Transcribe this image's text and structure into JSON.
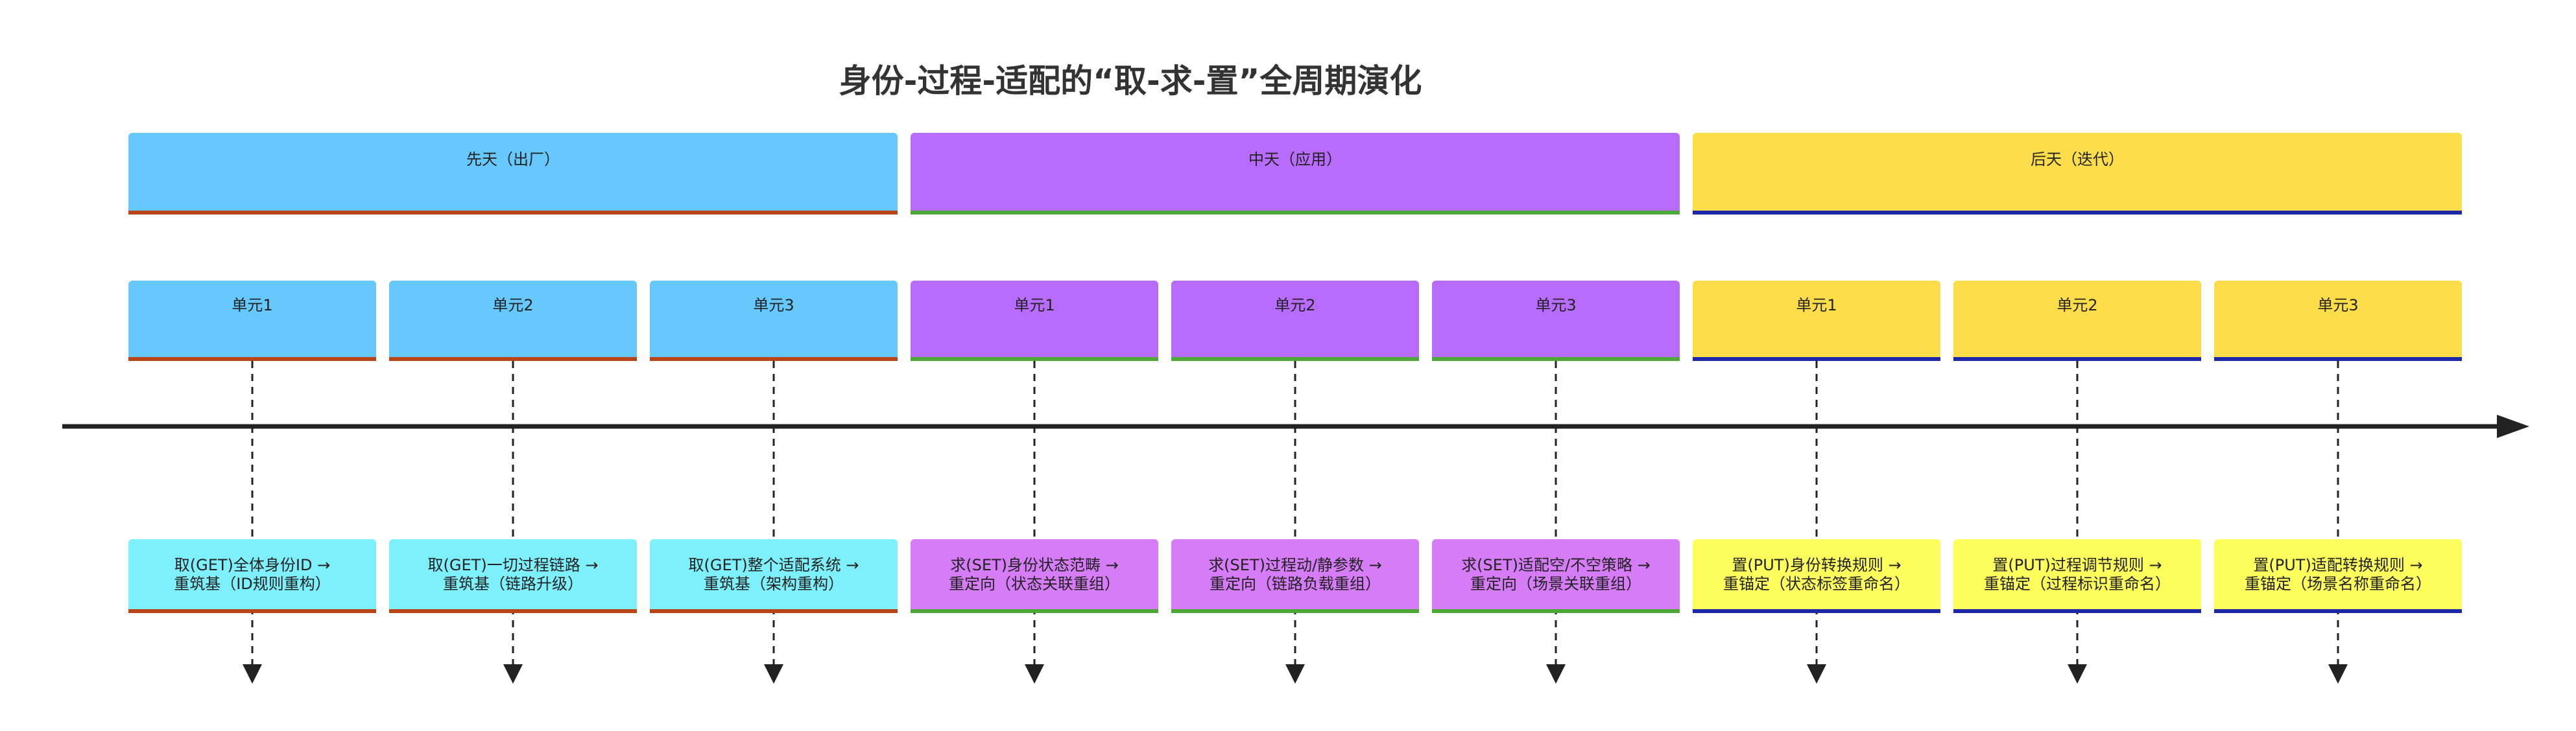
{
  "title": "身份-过程-适配的“取-求-置”全周期演化",
  "colors": {
    "phase": [
      "#66c8fc",
      "#b86cfc",
      "#fedd4a"
    ],
    "detail": [
      "#7ef0fc",
      "#d57cf6",
      "#fefe5c"
    ],
    "accent": [
      "#b84418",
      "#4ca838",
      "#1c28a8"
    ],
    "axis": "#222222"
  },
  "phases": [
    {
      "label": "先天（出厂）"
    },
    {
      "label": "中天（应用）"
    },
    {
      "label": "后天（迭代）"
    }
  ],
  "units": [
    {
      "phase": 0,
      "label": "单元1",
      "lines": [
        "取(GET)全体身份ID →",
        "重筑基（ID规则重构）"
      ]
    },
    {
      "phase": 0,
      "label": "单元2",
      "lines": [
        "取(GET)一切过程链路 →",
        "重筑基（链路升级）"
      ]
    },
    {
      "phase": 0,
      "label": "单元3",
      "lines": [
        "取(GET)整个适配系统 →",
        "重筑基（架构重构）"
      ]
    },
    {
      "phase": 1,
      "label": "单元1",
      "lines": [
        "求(SET)身份状态范畴 →",
        "重定向（状态关联重组）"
      ]
    },
    {
      "phase": 1,
      "label": "单元2",
      "lines": [
        "求(SET)过程动/静参数 →",
        "重定向（链路负载重组）"
      ]
    },
    {
      "phase": 1,
      "label": "单元3",
      "lines": [
        "求(SET)适配空/不空策略 →",
        "重定向（场景关联重组）"
      ]
    },
    {
      "phase": 2,
      "label": "单元1",
      "lines": [
        "置(PUT)身份转换规则 →",
        "重锚定（状态标签重命名）"
      ]
    },
    {
      "phase": 2,
      "label": "单元2",
      "lines": [
        "置(PUT)过程调节规则 →",
        "重锚定（过程标识重命名）"
      ]
    },
    {
      "phase": 2,
      "label": "单元3",
      "lines": [
        "置(PUT)适配转换规则 →",
        "重锚定（场景名称重命名）"
      ]
    }
  ]
}
